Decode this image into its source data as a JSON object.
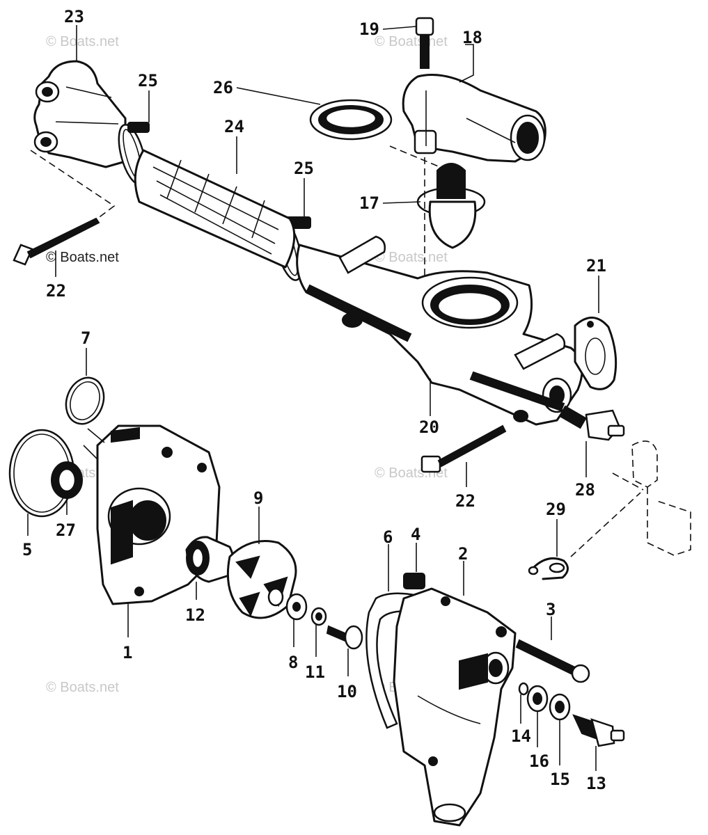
{
  "watermark": "© Boats.net",
  "callouts": {
    "n1": "1",
    "n2": "2",
    "n3": "3",
    "n4": "4",
    "n5": "5",
    "n6": "6",
    "n7": "7",
    "n8": "8",
    "n9": "9",
    "n10": "10",
    "n11": "11",
    "n12": "12",
    "n13": "13",
    "n14": "14",
    "n15": "15",
    "n16": "16",
    "n17": "17",
    "n18": "18",
    "n19": "19",
    "n20": "20",
    "n21": "21",
    "n22a": "22",
    "n22b": "22",
    "n23": "23",
    "n24": "24",
    "n25a": "25",
    "n25b": "25",
    "n26": "26",
    "n27": "27",
    "n28": "28",
    "n29": "29"
  },
  "colors": {
    "line": "#111111",
    "watermark": "#c8c8c8",
    "background": "#ffffff"
  }
}
